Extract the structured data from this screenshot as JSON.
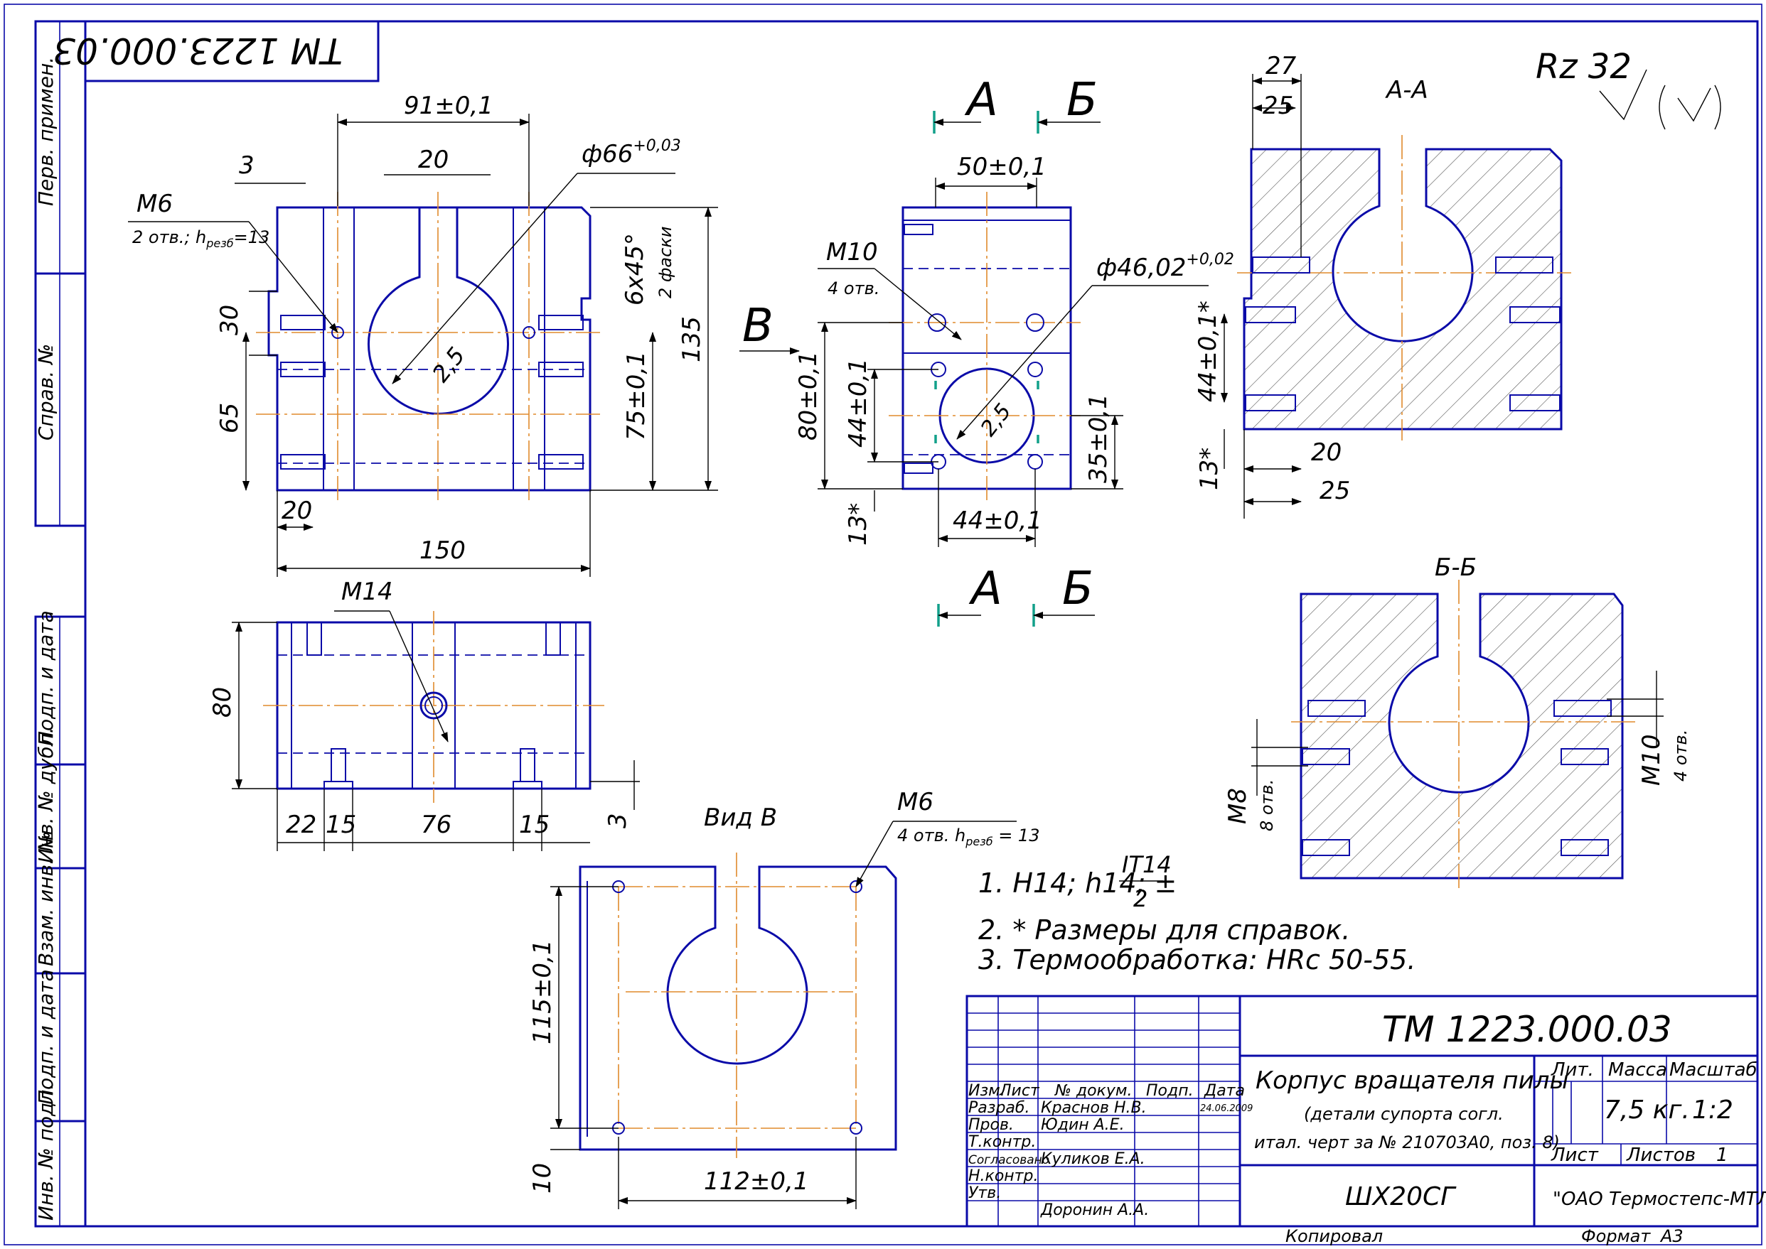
{
  "drawing_number": "ТМ 1223.000.03",
  "roughness": "Rz 32",
  "stamp": {
    "title_line1": "Корпус вращателя пилы",
    "title_line2": "(детали супорта согл.",
    "title_line3": "итал. черт за № 210703А0, поз. 8)",
    "material": "ШХ20СГ",
    "company": "\"ОАО Термостепс-МТЛ\"",
    "lit_label": "Лит.",
    "mass_label": "Масса",
    "scale_label": "Масштаб",
    "mass": "7,5 кг.",
    "scale": "1:2",
    "sheet_label": "Лист",
    "sheets_label": "Листов",
    "sheets": "1",
    "col_izm": "Изм.",
    "col_list": "Лист",
    "col_doc": "№ докум.",
    "col_sign": "Подп.",
    "col_date": "Дата",
    "row_razrab": "Разраб.",
    "row_prov": "Пров.",
    "row_tkontr": "Т.контр.",
    "row_soglas": "Согласовано",
    "row_nkontr": "Н.контр.",
    "row_utv": "Утв.",
    "name_razrab": "Краснов Н.В.",
    "name_prov": "Юдин А.Е.",
    "name_soglas": "Куликов Е.А.",
    "name_utv": "Доронин А.А.",
    "date_razrab": "24.06.2009",
    "copied": "Копировал",
    "format_label": "Формат",
    "format": "А3"
  },
  "side_labels": {
    "perv": "Перв. примен.",
    "sprav": "Справ. №",
    "podp1": "Подп. и дата",
    "inv_dubl": "Инв. № дубл.",
    "vzam": "Взам. инв. №",
    "podp2": "Подп. и дата",
    "inv_podl": "Инв. № подл."
  },
  "notes": {
    "n1": "1. Н14; h14; ±",
    "n1_frac_top": "IT14",
    "n1_frac_bot": "2",
    "n2": "2.  * Размеры для справок.",
    "n3": "3.  Термообработка: HRc 50-55."
  },
  "views": {
    "section_aa": "А-А",
    "section_bb": "Б-Б",
    "view_v": "Вид В",
    "cut_a": "А",
    "cut_b": "Б",
    "arrow_v": "В"
  },
  "dims": {
    "d91": "91±0,1",
    "d20a": "20",
    "d3a": "3",
    "m6": "М6",
    "m6_note": "2 отв.; h",
    "m6_sub": "резб",
    "m6_eq": "=13",
    "phi66": "ф66",
    "phi66_tol": "+0,03",
    "chamf": "6х45°",
    "chamf_note": "2 фаски",
    "d30": "30",
    "d65": "65",
    "d75": "75±0,1",
    "d135": "135",
    "r25": "2,5",
    "d20b": "20",
    "d150": "150",
    "d50": "50±0,1",
    "m10": "М10",
    "m10_note": "4 отв.",
    "phi46": "ф46,02",
    "phi46_tol": "+0,02",
    "d80a": "80±0,1",
    "d44v": "44±0,1",
    "d13a": "13*",
    "d35": "35±0,1",
    "d44h": "44±0,1",
    "d27": "27",
    "d25a": "25",
    "d44aa": "44±0,1*",
    "d13b": "13*",
    "d20c": "20",
    "d25b": "25",
    "m14": "М14",
    "d80b": "80",
    "d22": "22",
    "d15a": "15",
    "d76": "76",
    "d15b": "15",
    "d3b": "3",
    "m6b": "М6",
    "m6b_note": "4 отв. h",
    "m6b_eq": " = 13",
    "d115": "115±0,1",
    "d10": "10",
    "d112": "112±0,1",
    "m8": "М8",
    "m8_note": "8 отв.",
    "m10b": "М10",
    "m10b_note": "4 отв."
  }
}
